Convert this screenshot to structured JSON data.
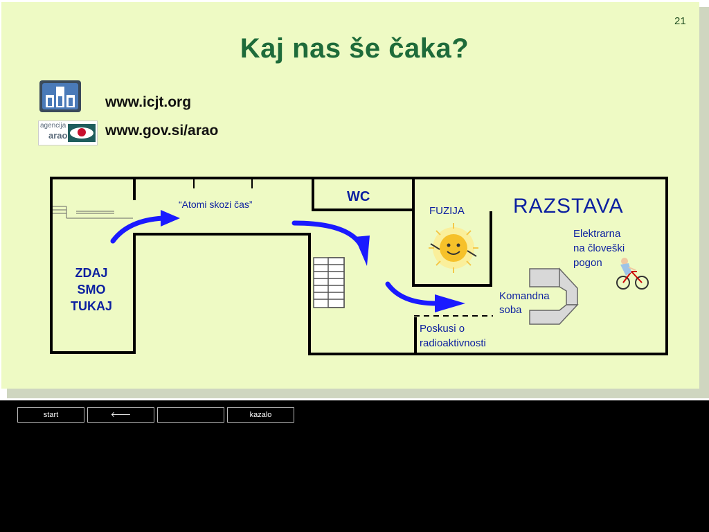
{
  "slide": {
    "page_number": "21",
    "title": "Kaj nas še čaka?",
    "links": [
      {
        "text": "www.icjt.org",
        "icon": "icjt-logo-icon"
      },
      {
        "text": "www.gov.si/arao",
        "icon": "arao-logo-icon"
      }
    ],
    "arao_logo_text": [
      "agencija",
      "arao"
    ]
  },
  "floorplan": {
    "here_label": [
      "ZDAJ",
      "SMO",
      "TUKAJ"
    ],
    "atomi_label": "“Atomi skozi čas”",
    "wc_label": "WC",
    "fuzija_label": "FUZIJA",
    "razstava_label": "RAZSTAVA",
    "elektrarna_label": [
      "Elektrarna",
      "na človeški",
      "pogon"
    ],
    "komandna_label": [
      "Komandna",
      "soba"
    ],
    "poskusi_label": [
      "Poskusi o",
      "radioaktivnosti"
    ]
  },
  "nav": {
    "buttons": [
      "start",
      "🡐",
      "",
      "kazalo"
    ]
  },
  "colors": {
    "slide_bg": "#eefac4",
    "title": "#1e6b3a",
    "plan_text": "#0b1fa0",
    "arrow": "#1a1aff"
  }
}
